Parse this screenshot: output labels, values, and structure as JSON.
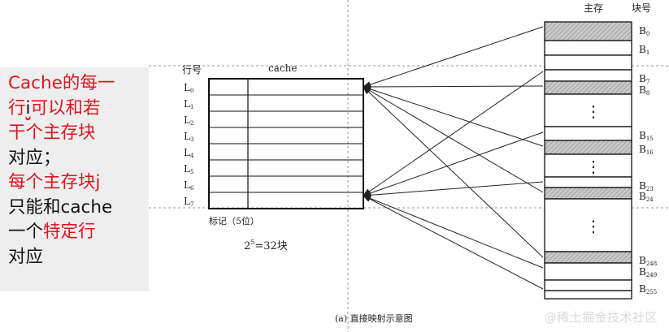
{
  "callout": {
    "lines": [
      [
        {
          "text": "Cache的每一",
          "color": "red"
        }
      ],
      [
        {
          "text": "行",
          "color": "red"
        },
        {
          "text": "i",
          "color": "black"
        },
        {
          "text": "可以和若",
          "color": "red"
        }
      ],
      [
        {
          "text": "干个主存块",
          "color": "red"
        }
      ],
      [
        {
          "text": "对应；",
          "color": "black"
        }
      ],
      [
        {
          "text": "每个主存块j",
          "color": "red"
        }
      ],
      [
        {
          "text": "只能和cache",
          "color": "black"
        }
      ],
      [
        {
          "text": "一个",
          "color": "black"
        },
        {
          "text": "特定行",
          "color": "red"
        }
      ],
      [
        {
          "text": "对应",
          "color": "black"
        }
      ]
    ]
  },
  "cache": {
    "title": "cache",
    "row_header": "行号",
    "rows": [
      "L0",
      "L1",
      "L2",
      "L3",
      "L4",
      "L5",
      "L6",
      "L7"
    ],
    "tag_label": "标记（5位）",
    "formula_base": "2",
    "formula_exp": "5",
    "formula_rest": "=32块"
  },
  "memory": {
    "title": "主存",
    "block_header": "块号",
    "labels": [
      "B0",
      "B1",
      "B7",
      "B8",
      "B15",
      "B16",
      "B23",
      "B24",
      "B248",
      "B249",
      "B255"
    ],
    "dots": "⋮"
  },
  "caption": "(a) 直接映射示意图",
  "watermark": "@稀土掘金技术社区",
  "colors": {
    "red": "#e0141e",
    "black": "#111111",
    "hatch": "#b5b5b5"
  }
}
